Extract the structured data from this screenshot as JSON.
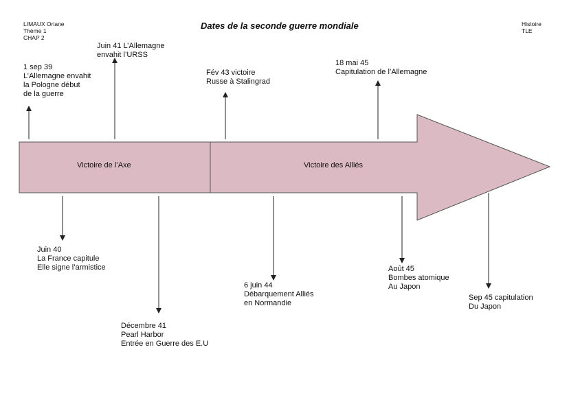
{
  "header": {
    "left": [
      "LIMAUX Oriane",
      "Thème 1",
      "CHAP 2"
    ],
    "right": [
      "Histoire",
      "TLE"
    ]
  },
  "title": "Dates de la seconde guerre mondiale",
  "arrow": {
    "fill": "#dcbac4",
    "stroke": "#555555"
  },
  "segments": [
    {
      "label": "Victoire de l’Axe"
    },
    {
      "label": "Victoire des Alliés"
    }
  ],
  "events": {
    "above": [
      {
        "lines": [
          "1 sep 39",
          "L’Allemagne envahit",
          "la Pologne début",
          "de la guerre"
        ]
      },
      {
        "lines": [
          "Juin 41 L’Allemagne",
          "envahit l’URSS"
        ]
      },
      {
        "lines": [
          "Fév 43 victoire",
          "Russe à Stalingrad"
        ]
      },
      {
        "lines": [
          "18 mai 45",
          "Capitulation de l’Allemagne"
        ]
      }
    ],
    "below": [
      {
        "lines": [
          "Juin 40",
          "La France capitule",
          "Elle signe l’armistice"
        ]
      },
      {
        "lines": [
          "Décembre 41",
          "Pearl Harbor",
          "Entrée en Guerre des E.U"
        ]
      },
      {
        "lines": [
          "6 juin 44",
          "Débarquement Alliés",
          "en Normandie"
        ]
      },
      {
        "lines": [
          "Août 45",
          "Bombes atomique",
          "Au Japon"
        ]
      },
      {
        "lines": [
          "Sep 45 capitulation",
          "Du Japon"
        ]
      }
    ]
  }
}
